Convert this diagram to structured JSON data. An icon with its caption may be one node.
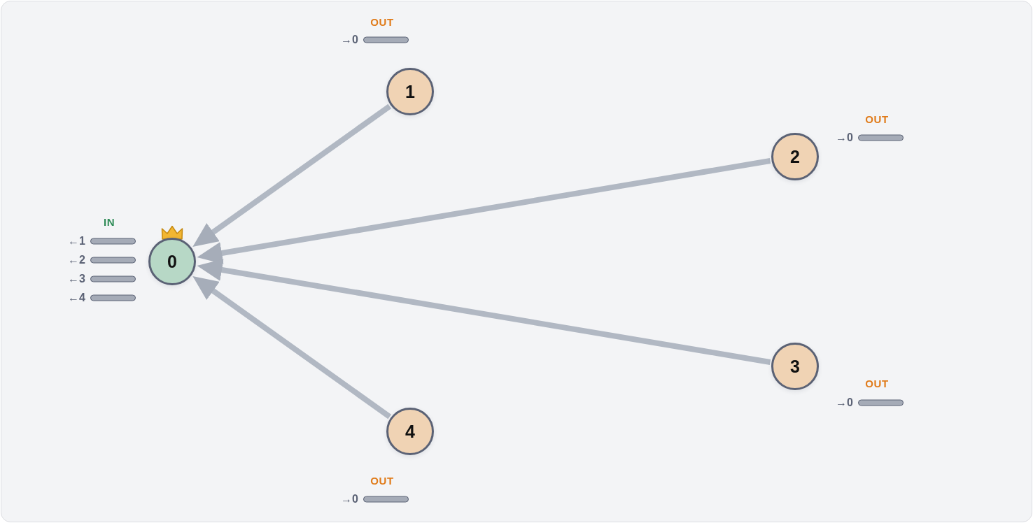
{
  "diagram": {
    "nodes": [
      {
        "text": [
          "0"
        ],
        "beside": [
          "IN",
          "←1",
          "←2",
          "←3",
          "←4"
        ]
      },
      {
        "text": [
          "1"
        ],
        "beside": [
          "OUT",
          "→0"
        ]
      },
      {
        "text": [
          "2"
        ],
        "beside": [
          "OUT",
          "→0"
        ]
      },
      {
        "text": [
          "3"
        ],
        "beside": [
          "OUT",
          "→0"
        ]
      },
      {
        "text": [
          "4"
        ],
        "beside": [
          "OUT",
          "→0"
        ]
      }
    ],
    "edges": [
      {
        "from": 1,
        "to": 0,
        "arrow": "to"
      },
      {
        "from": 2,
        "to": 0,
        "arrow": "to"
      },
      {
        "from": 3,
        "to": 0,
        "arrow": "to"
      },
      {
        "from": 4,
        "to": 0,
        "arrow": "to"
      }
    ]
  }
}
